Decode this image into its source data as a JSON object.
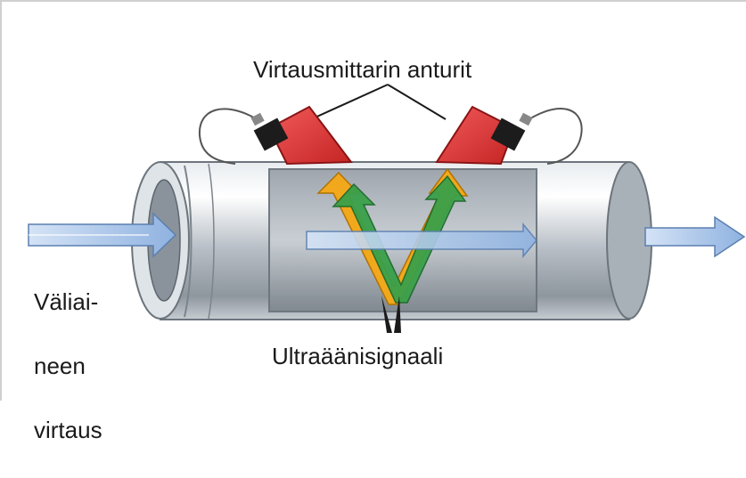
{
  "diagram": {
    "labels": {
      "sensors": "Virtausmittarin anturit",
      "signal": "Ultraäänisignaali",
      "flow_line1": "Väliai-",
      "flow_line2": "neen",
      "flow_line3": "virtaus"
    },
    "icons": {
      "sensor_left": "ultrasonic-sensor-icon",
      "sensor_right": "ultrasonic-sensor-icon",
      "flow_in": "flow-arrow-right-icon",
      "flow_out": "flow-arrow-right-icon"
    },
    "colors": {
      "pipe": "#b9c0c7",
      "sensor": "#e03a3a",
      "signal_orange": "#f2a81d",
      "signal_green": "#3aa04a",
      "flow_arrow": "#a7c4ea"
    }
  }
}
